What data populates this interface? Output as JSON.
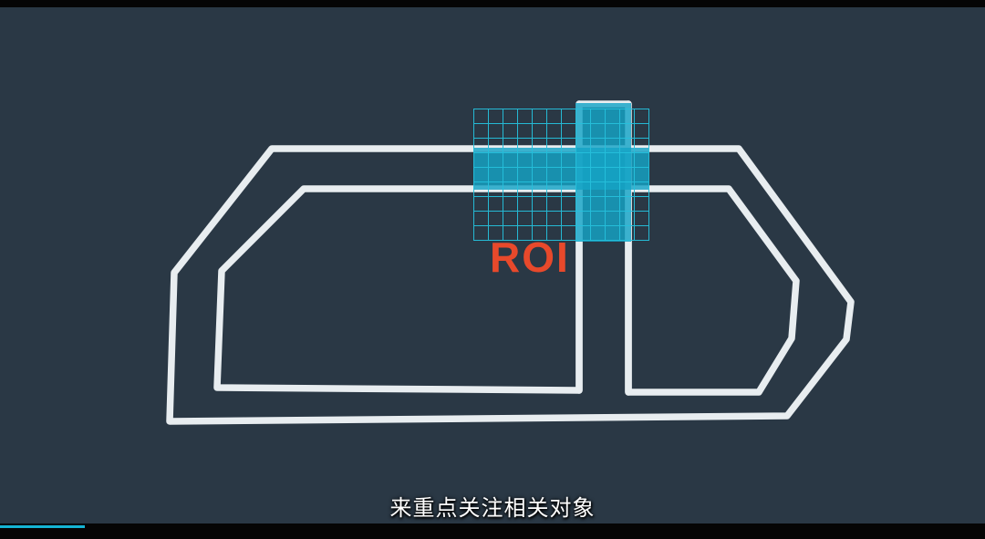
{
  "scene": {
    "roi_label": "ROI",
    "subtitle": "来重点关注相关对象"
  },
  "diagram": {
    "description-of-visible-graphic": "top-down white line drawing of a closed road loop with a top road, a vertical branch road and two inner blocks; a teal grid with a highlighted cyan cross marks the region of interest at the road intersection"
  },
  "colors": {
    "bg": "#2a3845",
    "letterbox": "#050505",
    "road": "#e8edf0",
    "grid": "#25c0dc",
    "highlight": "#15a3c6",
    "roi": "#e8492b",
    "subtitle": "#ffffff",
    "progress": "#14b4d4"
  }
}
